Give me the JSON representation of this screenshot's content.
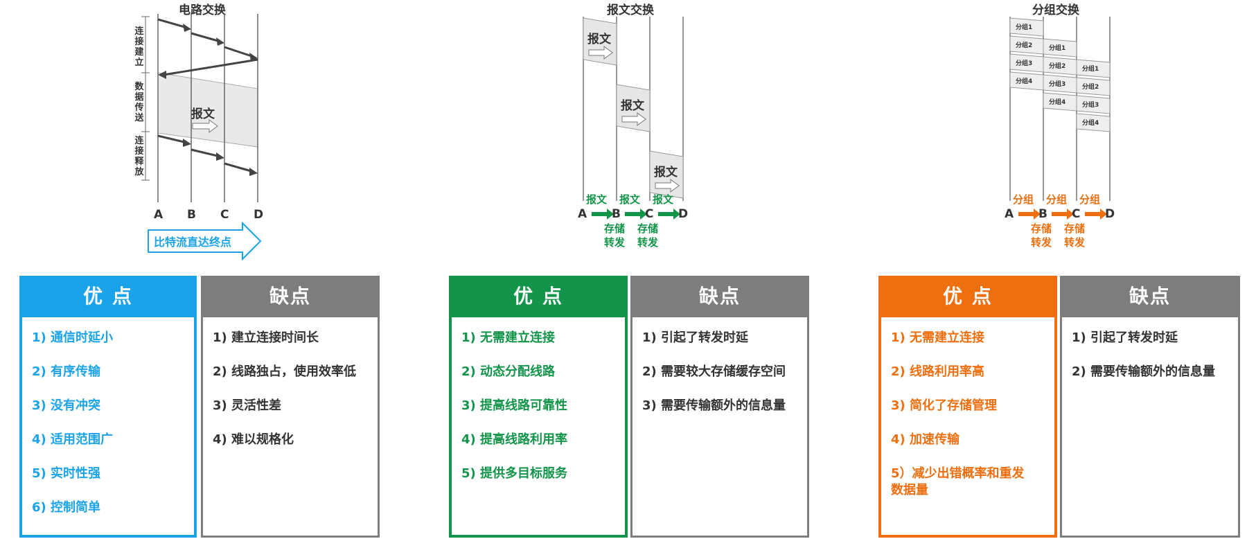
{
  "colors": {
    "blue": "#1aa3e8",
    "green": "#12944a",
    "orange": "#ee6f0f",
    "gray": "#7d7d7d"
  },
  "circuit": {
    "title": "电路交换",
    "nodes": [
      "A",
      "B",
      "C",
      "D"
    ],
    "phase_setup": "连\n接\n建\n立",
    "phase_transfer": "数\n据\n传\n送",
    "phase_release": "连\n接\n释\n放",
    "message_label": "报文",
    "banner": "比特流直达终点"
  },
  "message_switching": {
    "title": "报文交换",
    "block_label": "报文",
    "nodes": [
      "A",
      "B",
      "C",
      "D"
    ],
    "hop_label": "报文",
    "store_forward": "存储\n转发"
  },
  "packet_switching": {
    "title": "分组交换",
    "packets": [
      "分组1",
      "分组2",
      "分组3",
      "分组4"
    ],
    "nodes": [
      "A",
      "B",
      "C",
      "D"
    ],
    "hop_label": "分组",
    "store_forward": "存储\n转发"
  },
  "tables": {
    "pros_header": "优 点",
    "cons_header": "缺点",
    "circuit_pros": [
      "1) 通信时延小",
      "2) 有序传输",
      "3) 没有冲突",
      "4) 适用范围广",
      "5) 实时性强",
      "6) 控制简单"
    ],
    "circuit_cons": [
      "1) 建立连接时间长",
      "2) 线路独占，使用效率低",
      "3) 灵活性差",
      "4) 难以规格化"
    ],
    "message_pros": [
      "1) 无需建立连接",
      "2) 动态分配线路",
      "3) 提高线路可靠性",
      "4) 提高线路利用率",
      "5) 提供多目标服务"
    ],
    "message_cons": [
      "1) 引起了转发时延",
      "2) 需要较大存储缓存空间",
      "3) 需要传输额外的信息量"
    ],
    "packet_pros": [
      "1) 无需建立连接",
      "2) 线路利用率高",
      "3) 简化了存储管理",
      "4) 加速传输",
      "5）减少出错概率和重发数据量"
    ],
    "packet_cons": [
      "1) 引起了转发时延",
      "2) 需要传输额外的信息量"
    ]
  }
}
